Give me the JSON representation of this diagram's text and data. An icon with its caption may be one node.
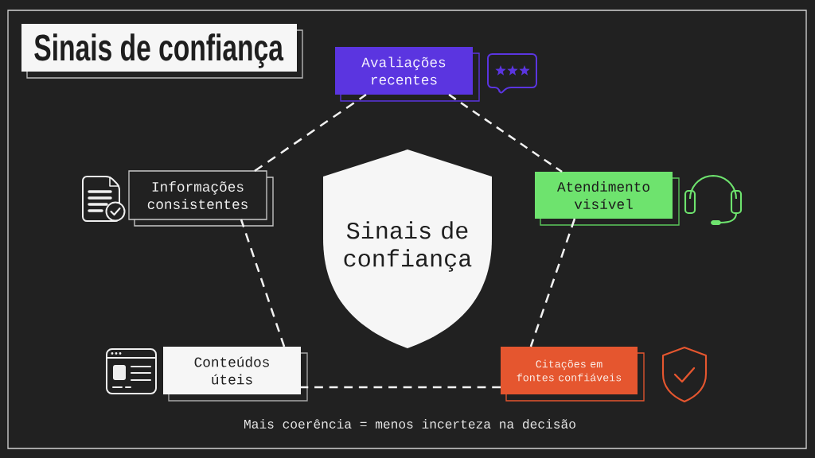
{
  "diagram": {
    "title": "Sinais de confiança",
    "caption": "Mais coerência = menos incerteza na decisão",
    "nodes": [
      {
        "text": [
          "Avaliações recentes"
        ]
      },
      {
        "text": [
          "Informações consistentes"
        ]
      },
      {
        "text": [
          "Sinais de confiança"
        ]
      },
      {
        "text": [
          "Atendimento visível"
        ]
      },
      {
        "text": [
          "Conteúdos úteis"
        ]
      },
      {
        "text": [
          "Citações em fontes confiáveis"
        ]
      }
    ],
    "edges": [
      {
        "from": 0,
        "to": 3,
        "arrow": "none",
        "style": "dashed"
      },
      {
        "from": 3,
        "to": 5,
        "arrow": "none",
        "style": "dashed"
      },
      {
        "from": 5,
        "to": 4,
        "arrow": "none",
        "style": "dashed"
      },
      {
        "from": 4,
        "to": 1,
        "arrow": "none",
        "style": "dashed"
      },
      {
        "from": 1,
        "to": 0,
        "arrow": "none",
        "style": "dashed"
      }
    ]
  }
}
